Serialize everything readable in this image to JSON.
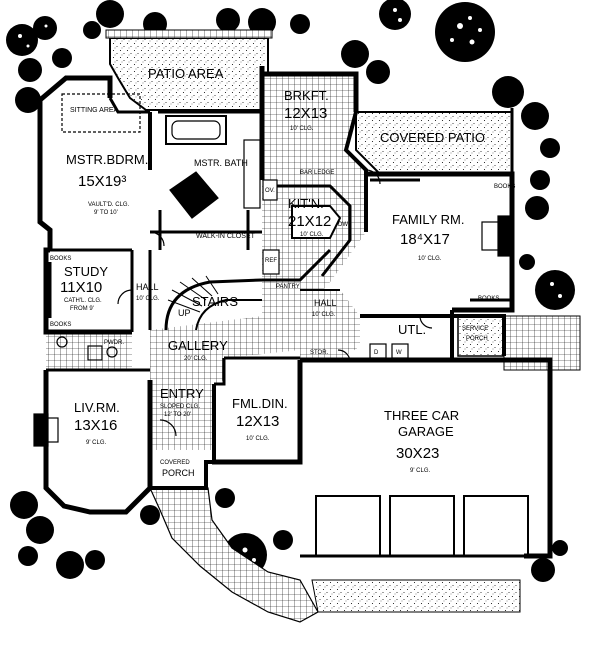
{
  "rooms": {
    "patio_area": {
      "name": "PATIO AREA"
    },
    "brkft": {
      "name": "BRKFT.",
      "dim": "12X13",
      "clg": "10' CLG."
    },
    "covered_patio": {
      "name": "COVERED PATIO"
    },
    "sitting": {
      "name": "SITTING AREA"
    },
    "mstr_bdrm": {
      "name": "MSTR.BDRM.",
      "dim": "15X19³",
      "clg1": "VAULT'D. CLG.",
      "clg2": "9' TO 10'"
    },
    "mstr_bath": {
      "name": "MSTR. BATH"
    },
    "walkin": {
      "name": "WALK-IN CLOSET"
    },
    "kitchen": {
      "name": "KIT'N.",
      "dim": "21X12",
      "clg": "10' CLG."
    },
    "family": {
      "name": "FAMILY RM.",
      "dim": "18⁴X17",
      "clg": "10' CLG."
    },
    "study": {
      "name": "STUDY",
      "dim": "11X10",
      "clg1": "CATH'L. CLG.",
      "clg2": "FROM 9'"
    },
    "hall1": {
      "name": "HALL",
      "clg": "10' CLG."
    },
    "hall2": {
      "name": "HALL",
      "clg": "10' CLG."
    },
    "stairs": {
      "name": "STAIRS",
      "dir": "UP"
    },
    "gallery": {
      "name": "GALLERY",
      "clg": "20' CLG."
    },
    "entry": {
      "name": "ENTRY",
      "clg1": "SLOPED CLG.",
      "clg2": "12' TO 20'"
    },
    "liv": {
      "name": "LIV.RM.",
      "dim": "13X16",
      "clg": "9' CLG."
    },
    "fml_din": {
      "name": "FML.DIN.",
      "dim": "12X13",
      "clg": "10' CLG."
    },
    "garage": {
      "name1": "THREE CAR",
      "name2": "GARAGE",
      "dim": "30X23",
      "clg": "9' CLG."
    },
    "covered_porch": {
      "name1": "COVERED",
      "name2": "PORCH"
    },
    "service_porch": {
      "name1": "SERVICE",
      "name2": "PORCH"
    },
    "utl": {
      "name": "UTL."
    }
  },
  "labels": {
    "books": "BOOKS",
    "ov": "OV.",
    "ref": "REF",
    "dw": "DW",
    "pantry": "PANTRY",
    "bar_ledge": "BAR LEDGE",
    "pwdr": "PWDR.",
    "stor": "STOR.",
    "d": "D",
    "w": "W",
    "up": "UP"
  }
}
